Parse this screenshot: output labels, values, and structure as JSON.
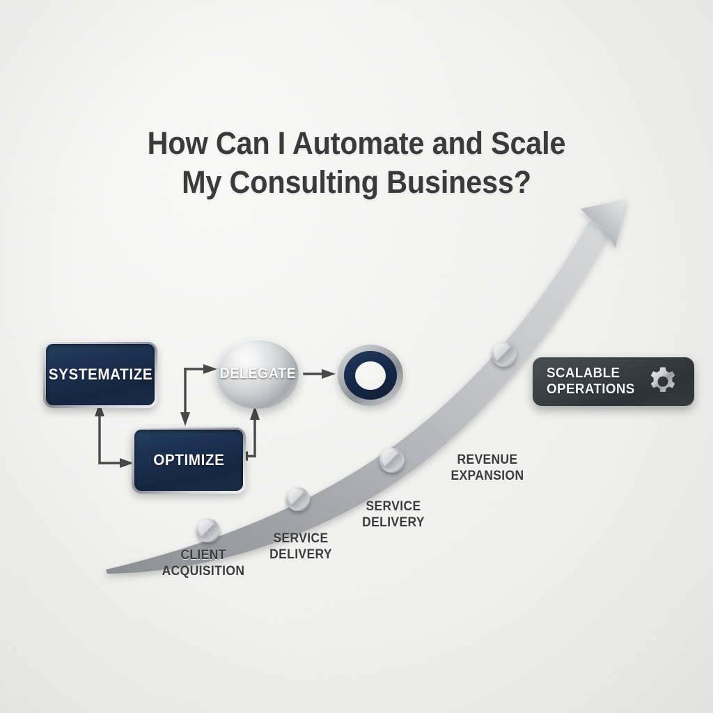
{
  "meta": {
    "background_color": "#f2f2f1",
    "navy": "#1c3050",
    "silver": "#b9bcc0",
    "charcoal": "#3a4045",
    "text_color": "#3b3b3b"
  },
  "title": {
    "line1": "How Can I Automate and Scale",
    "line2": "My Consulting Business?"
  },
  "flow": {
    "systematize": "SYSTEMATIZE",
    "optimize": "OPTIMIZE",
    "delegate": "DELEGATE",
    "ring_icon": "navy-ring-icon",
    "arrows": [
      {
        "name": "arrow-optimize-to-systematize",
        "shape": "L-up"
      },
      {
        "name": "arrow-down-to-optimize",
        "shape": "L-down"
      },
      {
        "name": "arrow-delegate-to-ring",
        "shape": "straight-right"
      },
      {
        "name": "arrow-optimize-to-delegate",
        "shape": "L-up-left"
      }
    ]
  },
  "badge": {
    "line1": "SCALABLE",
    "line2": "OPERATIONS",
    "icon": "gear-icon"
  },
  "chart_data": {
    "type": "line",
    "title": "Growth trajectory",
    "xlabel": "",
    "ylabel": "",
    "series": [
      {
        "name": "Growth curve",
        "points": [
          {
            "x": 0.1,
            "y": 0.08,
            "label": ""
          },
          {
            "x": 0.29,
            "y": 0.22,
            "label": "CLIENT ACQUISITION"
          },
          {
            "x": 0.42,
            "y": 0.35,
            "label": "SERVICE DELIVERY"
          },
          {
            "x": 0.55,
            "y": 0.5,
            "label": "SERVICE DELIVERY"
          },
          {
            "x": 0.72,
            "y": 0.73,
            "label": "REVENUE EXPANSION"
          },
          {
            "x": 0.87,
            "y": 1.0,
            "label": ""
          }
        ]
      }
    ],
    "legend": [],
    "grid": false,
    "arrowhead": true
  },
  "curve_labels": [
    {
      "name": "label-client-acquisition",
      "line1": "CLIENT",
      "line2": "ACQUISITION"
    },
    {
      "name": "label-service-delivery-1",
      "line1": "SERVICE",
      "line2": "DELIVERY"
    },
    {
      "name": "label-service-delivery-2",
      "line1": "SERVICE",
      "line2": "DELIVERY"
    },
    {
      "name": "label-revenue-expansion",
      "line1": "REVENUE",
      "line2": "EXPANSION"
    }
  ]
}
